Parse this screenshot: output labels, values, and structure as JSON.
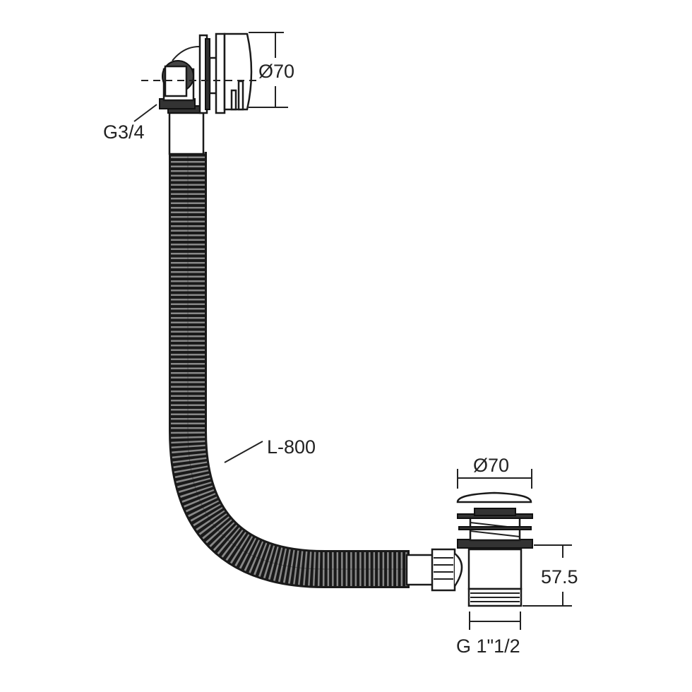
{
  "diagram": {
    "overflow_label": {
      "diameter": "Ø70",
      "thread": "G3/4"
    },
    "hose_label": "L-800",
    "waste_label": {
      "diameter": "Ø70",
      "height": "57.5",
      "thread": "G 1\"1/2"
    }
  },
  "colors": {
    "line": "#222222",
    "background": "#ffffff"
  }
}
